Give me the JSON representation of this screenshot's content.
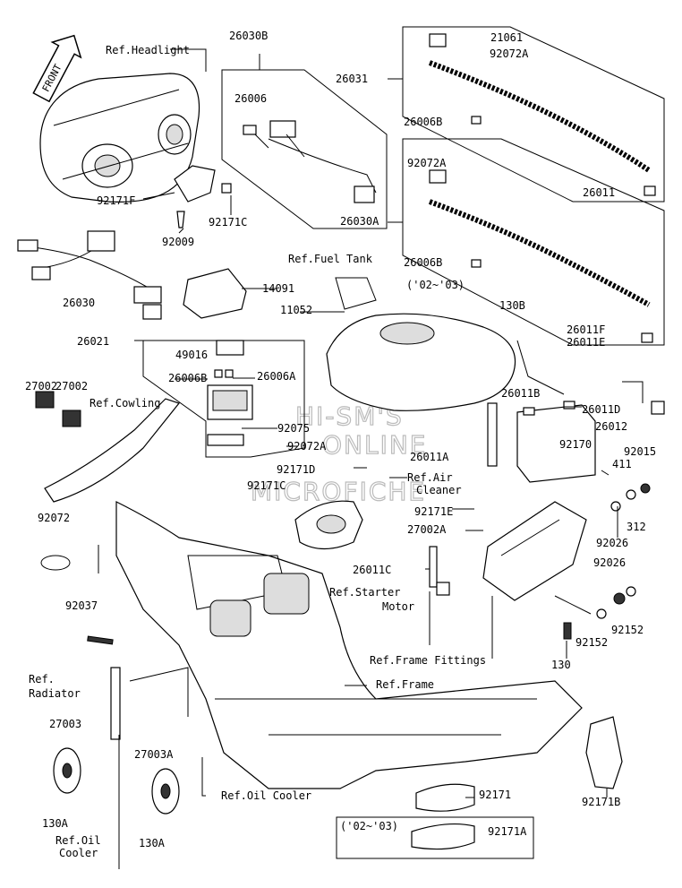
{
  "front_label": "FRONT",
  "watermark": [
    "HI-SM'S",
    "ONLINE",
    "MICROFICHE"
  ],
  "labels": {
    "ref_headlight": "Ref.Headlight",
    "p26030B": "26030B",
    "p26006_top": "26006",
    "p26031": "26031",
    "p21061": "21061",
    "p92072A_top": "92072A",
    "p26006B_top": "26006B",
    "p92072A_mid": "92072A",
    "p26011": "26011",
    "p26030A": "26030A",
    "p26006B_mid": "26006B",
    "year_range_1": "('02~'03)",
    "p26011F": "26011F",
    "p26011E": "26011E",
    "p92171F": "92171F",
    "p92171C": "92171C",
    "p92009": "92009",
    "p26030": "26030",
    "p14091": "14091",
    "ref_fuel_tank": "Ref.Fuel Tank",
    "p11052": "11052",
    "p130B": "130B",
    "p26021": "26021",
    "p49016": "49016",
    "p26006B_low": "26006B",
    "p26006A": "26006A",
    "p27002_a": "27002",
    "p27002_b": "27002",
    "ref_cowling": "Ref.Cowling",
    "p26011B": "26011B",
    "p26011D": "26011D",
    "p92075": "92075",
    "p26012": "26012",
    "p92072A_low": "92072A",
    "p26011A": "26011A",
    "p92170": "92170",
    "p92015": "92015",
    "p92171D": "92171D",
    "p411": "411",
    "ref_air": "Ref.Air",
    "cleaner": "Cleaner",
    "p92171C_low": "92171C",
    "p92171E": "92171E",
    "p312": "312",
    "p92072": "92072",
    "p27002A": "27002A",
    "p92026_a": "92026",
    "p92026_b": "92026",
    "p26011C": "26011C",
    "ref_starter": "Ref.Starter",
    "motor": "Motor",
    "p92037": "92037",
    "p92152_a": "92152",
    "p92152_b": "92152",
    "ref_frame_fittings": "Ref.Frame Fittings",
    "p130": "130",
    "ref_label": "Ref.",
    "radiator": "Radiator",
    "ref_frame": "Ref.Frame",
    "p27003": "27003",
    "p27003A": "27003A",
    "ref_oil_cooler_r": "Ref.Oil Cooler",
    "p92171": "92171",
    "p92171B": "92171B",
    "p130A_a": "130A",
    "ref_oil": "Ref.Oil",
    "cooler": "Cooler",
    "p130A_b": "130A",
    "year_range_2": "('02~'03)",
    "p92171A": "92171A"
  }
}
